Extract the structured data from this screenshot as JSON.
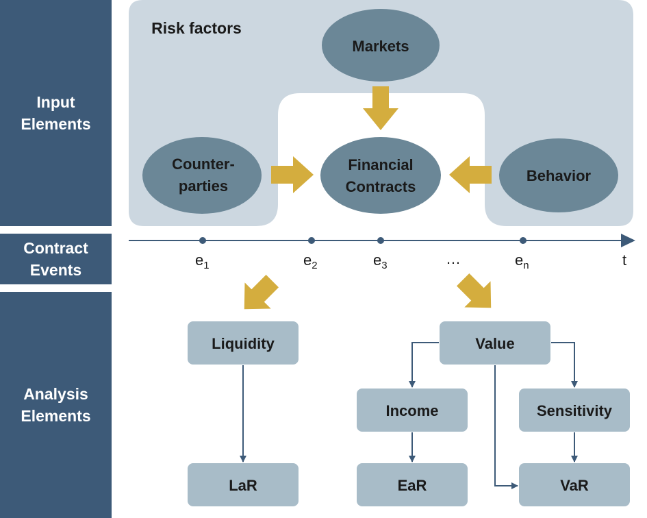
{
  "sidebar": {
    "input": {
      "line1": "Input",
      "line2": "Elements"
    },
    "contract": {
      "line1": "Contract",
      "line2": "Events"
    },
    "analysis": {
      "line1": "Analysis",
      "line2": "Elements"
    }
  },
  "risk_factors": {
    "title": "Risk factors",
    "markets": "Markets",
    "counterparties_1": "Counter-",
    "counterparties_2": "parties",
    "behavior": "Behavior"
  },
  "financial_contracts": {
    "line1": "Financial",
    "line2": "Contracts"
  },
  "timeline": {
    "events": [
      {
        "base": "e",
        "sub": "1"
      },
      {
        "base": "e",
        "sub": "2"
      },
      {
        "base": "e",
        "sub": "3"
      },
      {
        "base": "…",
        "sub": ""
      },
      {
        "base": "e",
        "sub": "n"
      }
    ],
    "axis_label": "t"
  },
  "analysis": {
    "liquidity": "Liquidity",
    "lar": "LaR",
    "value": "Value",
    "income": "Income",
    "sensitivity": "Sensitivity",
    "ear": "EaR",
    "var": "VaR"
  },
  "colors": {
    "sidebar": "#3d5a78",
    "risk_panel": "#ccd7e0",
    "ellipse": "#6b8797",
    "gold_arrow": "#d4ad3e",
    "analysis_box": "#a8bcc8",
    "timeline": "#3d5a78"
  }
}
